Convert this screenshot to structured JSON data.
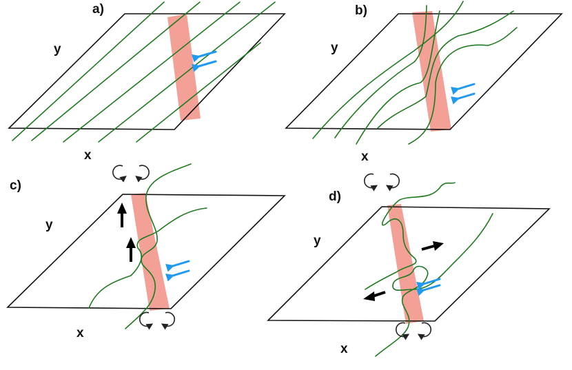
{
  "panels": [
    {
      "id": "a",
      "label": "a)",
      "x_label": "x",
      "y_label": "y"
    },
    {
      "id": "b",
      "label": "b)",
      "x_label": "x",
      "y_label": "y"
    },
    {
      "id": "c",
      "label": "c)",
      "x_label": "x",
      "y_label": "y"
    },
    {
      "id": "d",
      "label": "d)",
      "x_label": "x",
      "y_label": "y"
    }
  ],
  "colors": {
    "field_lines": "#1f7a1f",
    "current_sheet": "#f08c80",
    "inflow_arrows": "#1e9af0",
    "outflow_arrows": "#000000",
    "plane_outline": "#111111"
  },
  "icons": {
    "vortex": "counter-rotating-vortex-pair-icon"
  }
}
